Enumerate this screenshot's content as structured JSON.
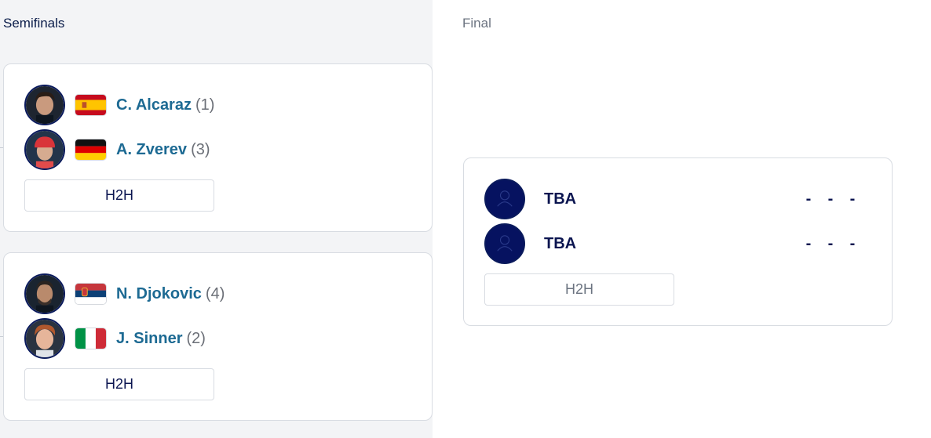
{
  "rounds": {
    "semifinals_title": "Semifinals",
    "final_title": "Final"
  },
  "semifinals": [
    {
      "players": [
        {
          "name": "C. Alcaraz",
          "seed": "(1)",
          "flag": "spain-flag",
          "avatar": "alcaraz-avatar"
        },
        {
          "name": "A. Zverev",
          "seed": "(3)",
          "flag": "germany-flag",
          "avatar": "zverev-avatar"
        }
      ],
      "h2h_label": "H2H"
    },
    {
      "players": [
        {
          "name": "N. Djokovic",
          "seed": "(4)",
          "flag": "serbia-flag",
          "avatar": "djokovic-avatar"
        },
        {
          "name": "J. Sinner",
          "seed": "(2)",
          "flag": "italy-flag",
          "avatar": "sinner-avatar"
        }
      ],
      "h2h_label": "H2H"
    }
  ],
  "final": {
    "players": [
      {
        "name": "TBA",
        "scores": [
          "-",
          "-",
          "-"
        ],
        "avatar": "placeholder-player-icon"
      },
      {
        "name": "TBA",
        "scores": [
          "-",
          "-",
          "-"
        ],
        "avatar": "placeholder-player-icon"
      }
    ],
    "h2h_label": "H2H"
  },
  "colors": {
    "player_name": "#1d6a93",
    "seed": "#6b6f77",
    "navy": "#0b1550",
    "avatar_ring": "#0a1a5c",
    "semis_background": "#f3f4f6"
  }
}
